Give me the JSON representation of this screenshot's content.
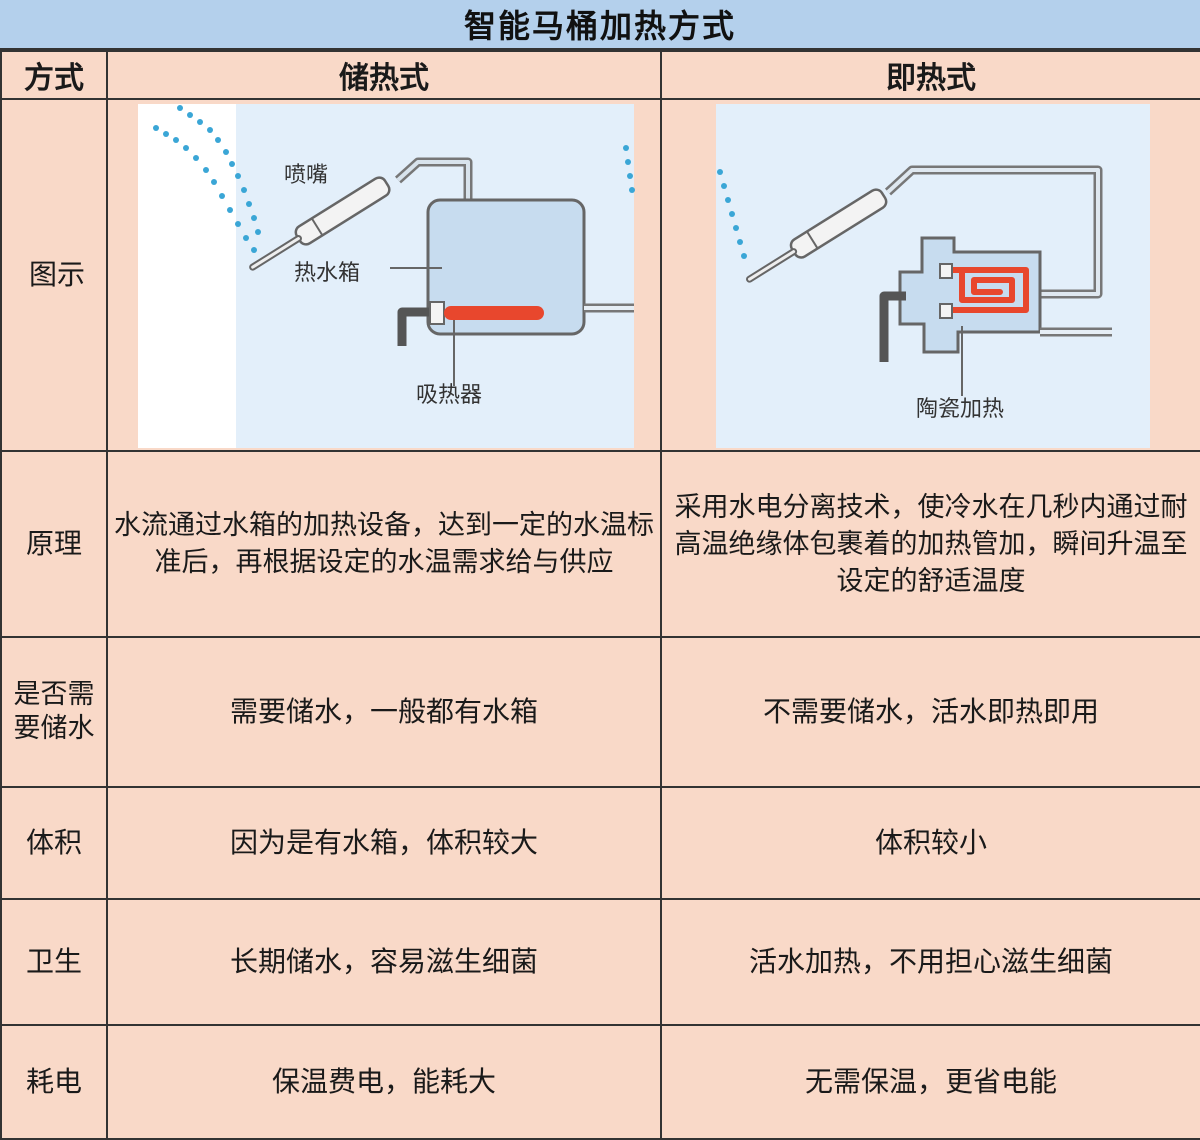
{
  "title": "智能马桶加热方式",
  "headers": {
    "method": "方式",
    "storage": "储热式",
    "instant": "即热式"
  },
  "rows": {
    "diagram": {
      "label": "图示"
    },
    "principle": {
      "label": "原理",
      "storage": "水流通过水箱的加热设备，达到一定的水温标准后，再根据设定的水温需求给与供应",
      "instant": "采用水电分离技术，使冷水在几秒内通过耐高温绝缘体包裹着的加热管加，瞬间升温至设定的舒适温度"
    },
    "storage_need": {
      "label": "是否需要储水",
      "storage": "需要储水，一般都有水箱",
      "instant": "不需要储水，活水即热即用"
    },
    "volume": {
      "label": "体积",
      "storage": "因为是有水箱，体积较大",
      "instant": "体积较小"
    },
    "hygiene": {
      "label": "卫生",
      "storage": "长期储水，容易滋生细菌",
      "instant": "活水加热，不用担心滋生细菌"
    },
    "power": {
      "label": "耗电",
      "storage": "保温费电，能耗大",
      "instant": "无需保温，更省电能"
    }
  },
  "diagram_labels": {
    "nozzle": "喷嘴",
    "tank": "热水箱",
    "heater": "吸热器",
    "ceramic": "陶瓷加热"
  },
  "colors": {
    "title_bg": "#b4d0ec",
    "cell_bg": "#f9d9c8",
    "diagram_bg": "#e3effa",
    "heater_red": "#e8472d",
    "water_blue": "#3aa6d6"
  }
}
